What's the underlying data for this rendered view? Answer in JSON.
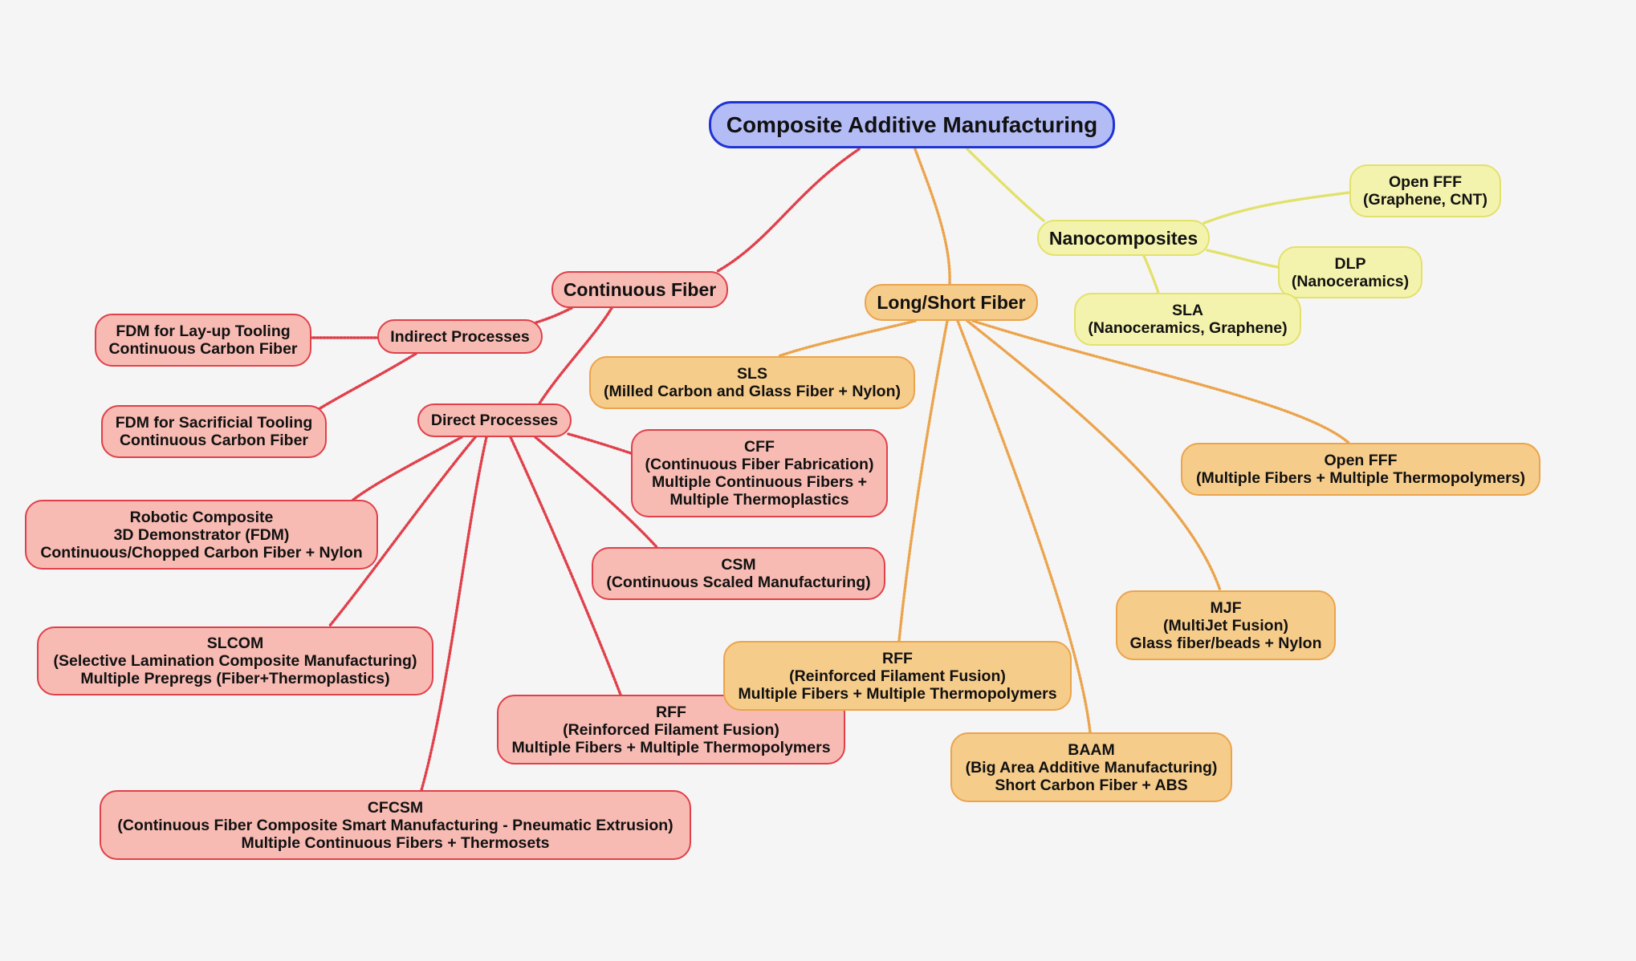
{
  "colors": {
    "background": "#f5f5f6",
    "root_fill": "#b4bcf6",
    "root_border": "#1f33d4",
    "continuous": "#e0404a",
    "continuous_fill": "#f7bbb3",
    "short": "#eba44c",
    "short_fill": "#f6cc8b",
    "nano": "#e2e16a",
    "nano_fill": "#f4f3ae"
  },
  "nodes": {
    "root": [
      "Composite Additive Manufacturing"
    ],
    "continuous_fiber": [
      "Continuous Fiber"
    ],
    "indirect_processes": [
      "Indirect Processes"
    ],
    "fdm_layup": [
      "FDM for Lay-up Tooling",
      "Continuous Carbon Fiber"
    ],
    "fdm_sacrificial": [
      "FDM for Sacrificial Tooling",
      "Continuous Carbon Fiber"
    ],
    "direct_processes": [
      "Direct Processes"
    ],
    "robotic_composite": [
      "Robotic Composite",
      "3D Demonstrator (FDM)",
      "Continuous/Chopped Carbon Fiber + Nylon"
    ],
    "slcom": [
      "SLCOM",
      "(Selective Lamination Composite Manufacturing)",
      "Multiple Prepregs (Fiber+Thermoplastics)"
    ],
    "cfcsm": [
      "CFCSM",
      "(Continuous Fiber Composite Smart Manufacturing - Pneumatic Extrusion)",
      "Multiple Continuous Fibers + Thermosets"
    ],
    "rff_continuous": [
      "RFF",
      "(Reinforced Filament Fusion)",
      "Multiple Fibers + Multiple Thermopolymers"
    ],
    "csm": [
      "CSM",
      "(Continuous Scaled Manufacturing)"
    ],
    "cff": [
      "CFF",
      "(Continuous Fiber Fabrication)",
      "Multiple Continuous Fibers +",
      "Multiple Thermoplastics"
    ],
    "long_short_fiber": [
      "Long/Short Fiber"
    ],
    "sls": [
      "SLS",
      "(Milled Carbon and Glass Fiber + Nylon)"
    ],
    "rff_short": [
      "RFF",
      "(Reinforced Filament Fusion)",
      "Multiple Fibers + Multiple Thermopolymers"
    ],
    "baam": [
      "BAAM",
      "(Big Area Additive Manufacturing)",
      "Short Carbon Fiber + ABS"
    ],
    "mjf": [
      "MJF",
      "(MultiJet Fusion)",
      "Glass fiber/beads + Nylon"
    ],
    "open_fff_short": [
      "Open FFF",
      "(Multiple Fibers + Multiple Thermopolymers)"
    ],
    "nanocomposites": [
      "Nanocomposites"
    ],
    "open_fff_nano": [
      "Open FFF",
      "(Graphene, CNT)"
    ],
    "dlp": [
      "DLP",
      "(Nanoceramics)"
    ],
    "sla": [
      "SLA",
      "(Nanoceramics, Graphene)"
    ]
  }
}
